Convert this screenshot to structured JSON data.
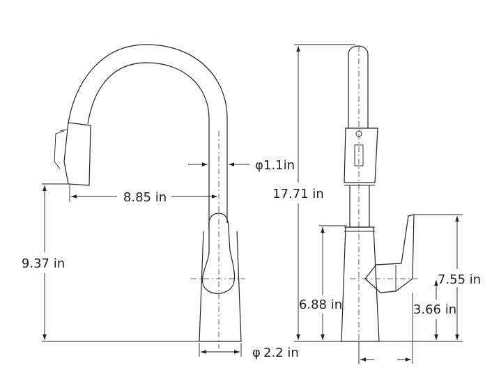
{
  "dimensions": {
    "front_reach": "8.85 in",
    "front_height": "9.37 in",
    "spout_diameter": "1.1in",
    "base_diameter": "2.2 in",
    "side_total_height": "17.71 in",
    "side_spout_base_height": "6.88 in",
    "side_handle_height": "3.66 in",
    "side_handle_top": "7.55 in"
  },
  "symbols": {
    "diameter": "φ"
  },
  "colors": {
    "line": "#222222",
    "background": "#ffffff"
  }
}
